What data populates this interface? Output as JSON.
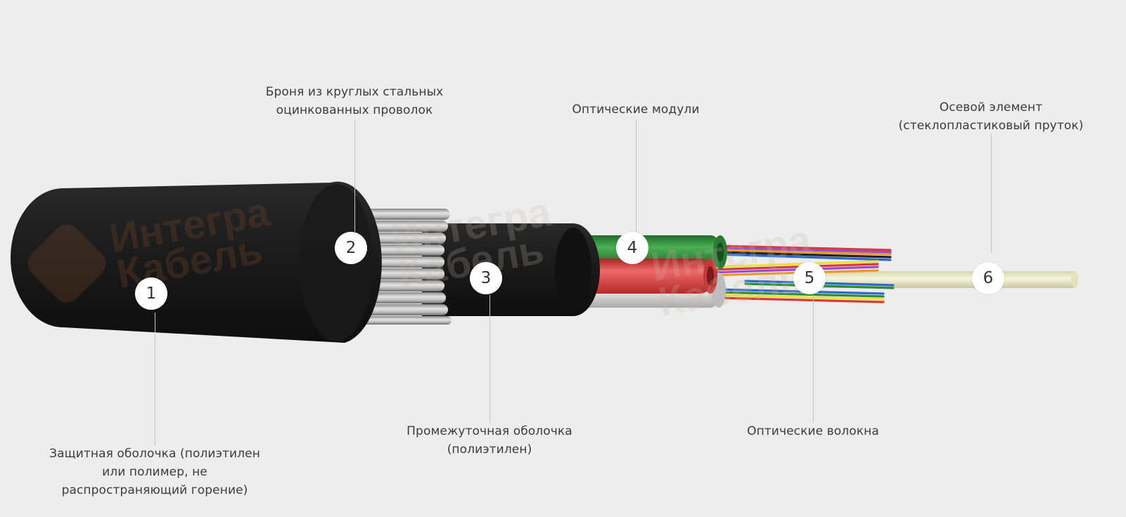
{
  "diagram": {
    "subject": "Armored optical fiber cable cross-section",
    "watermark": [
      "Интегра",
      "Кабель"
    ],
    "colors": {
      "background": "#ededed",
      "outer_sheath": "#1c1c1c",
      "armor_wire": "#b8b8b8",
      "inner_sheath": "#222222",
      "module_green": "#2e8b3a",
      "module_red": "#d93a3a",
      "module_white": "#d8d8d8",
      "central_member": "#ecebc8"
    },
    "components": [
      {
        "number": "1",
        "lines": [
          "Защитная оболочка (полиэтилен",
          "или полимер, не",
          "распространяющий горение)"
        ]
      },
      {
        "number": "2",
        "lines": [
          "Броня из круглых стальных",
          "оцинкованных проволок"
        ]
      },
      {
        "number": "3",
        "lines": [
          "Промежуточная оболочка",
          "(полиэтилен)"
        ]
      },
      {
        "number": "4",
        "lines": [
          "Оптические модули"
        ]
      },
      {
        "number": "5",
        "lines": [
          "Оптические волокна"
        ]
      },
      {
        "number": "6",
        "lines": [
          "Осевой элемент",
          "(стеклопластиковый пруток)"
        ]
      }
    ]
  }
}
